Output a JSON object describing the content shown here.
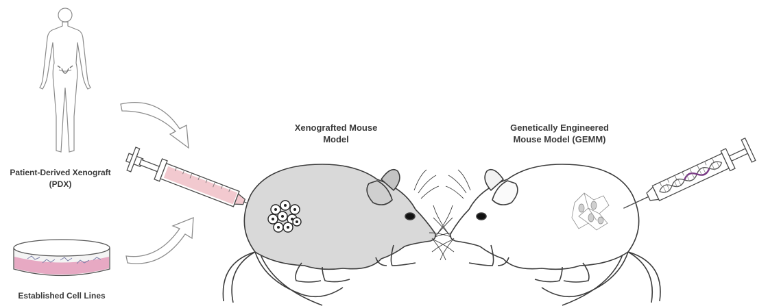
{
  "labels": {
    "pdx_line1": "Patient-Derived Xenograft",
    "pdx_line2": "(PDX)",
    "cell_lines": "Established Cell Lines",
    "xeno_line1": "Xenografted Mouse",
    "xeno_line2": "Model",
    "gemm_line1": "Genetically Engineered",
    "gemm_line2": "Mouse Model (GEMM)"
  },
  "colors": {
    "outline": "#3c3c3c",
    "mouse_fill": "#d9d9d9",
    "mouse_white": "#ffffff",
    "syringe_fluid": "#f2c9cf",
    "dish_media": "#e7a9c3",
    "dna_accent": "#7a3a86",
    "arrow_fill": "#ffffff",
    "text": "#3a3a3a"
  },
  "icons": [
    "human-silhouette",
    "syringe",
    "petri-dish",
    "curved-arrow",
    "mouse",
    "tumor-cells",
    "dna-helix"
  ]
}
